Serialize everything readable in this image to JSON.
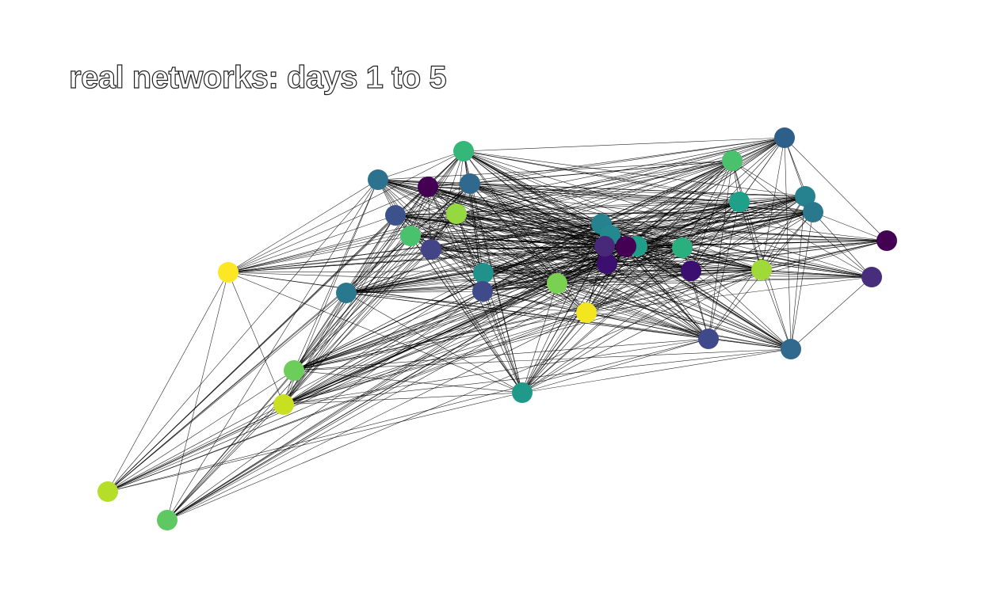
{
  "title": "real networks: days 1 to 5",
  "graph": {
    "layout": "force-directed",
    "edge_color": "#000000",
    "edge_style": "thin lines, near-complete graph",
    "colormap": "viridis",
    "node_count": 38,
    "nodes": [
      {
        "id": "n1",
        "color": "#fde725"
      },
      {
        "id": "n2",
        "color": "#35b779"
      },
      {
        "id": "n3",
        "color": "#2c728e"
      },
      {
        "id": "n4",
        "color": "#440154"
      },
      {
        "id": "n5",
        "color": "#31688e"
      },
      {
        "id": "n6",
        "color": "#3b528b"
      },
      {
        "id": "n7",
        "color": "#95d840"
      },
      {
        "id": "n8",
        "color": "#4ac16d"
      },
      {
        "id": "n9",
        "color": "#414487"
      },
      {
        "id": "n10",
        "color": "#21918c"
      },
      {
        "id": "n11",
        "color": "#3e4a89"
      },
      {
        "id": "n12",
        "color": "#2a788e"
      },
      {
        "id": "n13",
        "color": "#7ad151"
      },
      {
        "id": "n14",
        "color": "#f3e51e"
      },
      {
        "id": "n15",
        "color": "#1f9a8a"
      },
      {
        "id": "n16",
        "color": "#26828e"
      },
      {
        "id": "n17",
        "color": "#440154"
      },
      {
        "id": "n18",
        "color": "#23898e"
      },
      {
        "id": "n19",
        "color": "#3b0f70"
      },
      {
        "id": "n20",
        "color": "#2ab07f"
      },
      {
        "id": "n21",
        "color": "#3b0f70"
      },
      {
        "id": "n22",
        "color": "#a0da39"
      },
      {
        "id": "n23",
        "color": "#4ac16d"
      },
      {
        "id": "n24",
        "color": "#1fa088"
      },
      {
        "id": "n25",
        "color": "#2c5f8a"
      },
      {
        "id": "n26",
        "color": "#26828e"
      },
      {
        "id": "n27",
        "color": "#2a788e"
      },
      {
        "id": "n28",
        "color": "#440154"
      },
      {
        "id": "n29",
        "color": "#472d7b"
      },
      {
        "id": "n30",
        "color": "#3e4a89"
      },
      {
        "id": "n31",
        "color": "#31688e"
      },
      {
        "id": "n32",
        "color": "#6ccd5a"
      },
      {
        "id": "n33",
        "color": "#c8e020"
      },
      {
        "id": "n34",
        "color": "#1f9e89"
      },
      {
        "id": "n35",
        "color": "#b5de2b"
      },
      {
        "id": "n36",
        "color": "#5ec962"
      },
      {
        "id": "n37",
        "color": "#482878"
      },
      {
        "id": "n38",
        "color": "#440154"
      }
    ]
  }
}
